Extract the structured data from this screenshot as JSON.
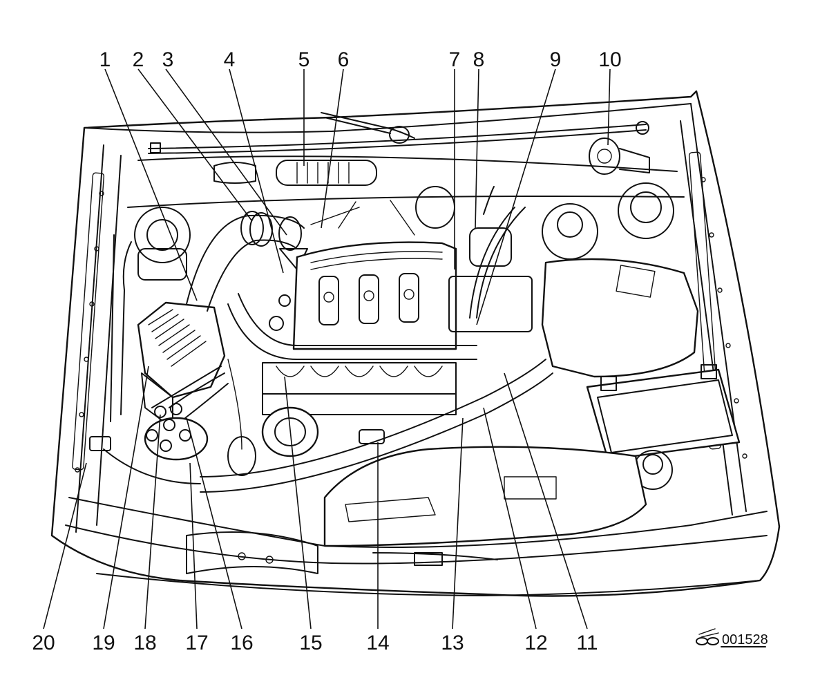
{
  "callouts": [
    "1",
    "2",
    "3",
    "4",
    "5",
    "6",
    "7",
    "8",
    "9",
    "10",
    "11",
    "12",
    "13",
    "14",
    "15",
    "16",
    "17",
    "18",
    "19",
    "20"
  ],
  "figure_reference": "001528"
}
